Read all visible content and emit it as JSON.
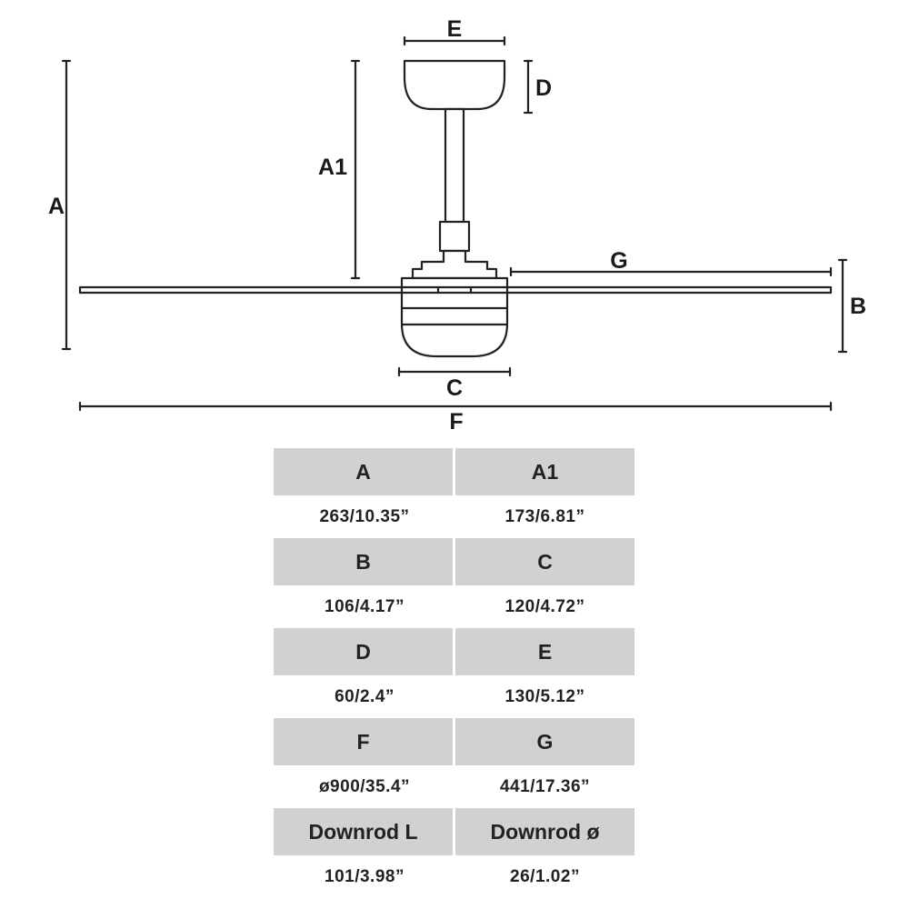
{
  "labels": {
    "A": "A",
    "A1": "A1",
    "B": "B",
    "C": "C",
    "D": "D",
    "E": "E",
    "F": "F",
    "G": "G"
  },
  "table": {
    "rows": [
      {
        "headers": [
          "A",
          "A1"
        ],
        "values": [
          "263/10.35”",
          "173/6.81”"
        ]
      },
      {
        "headers": [
          "B",
          "C"
        ],
        "values": [
          "106/4.17”",
          "120/4.72”"
        ]
      },
      {
        "headers": [
          "D",
          "E"
        ],
        "values": [
          "60/2.4”",
          "130/5.12”"
        ]
      },
      {
        "headers": [
          "F",
          "G"
        ],
        "values": [
          "ø900/35.4”",
          "441/17.36”"
        ]
      },
      {
        "headers": [
          "Downrod L",
          "Downrod ø"
        ],
        "values": [
          "101/3.98”",
          "26/1.02”"
        ]
      }
    ]
  }
}
